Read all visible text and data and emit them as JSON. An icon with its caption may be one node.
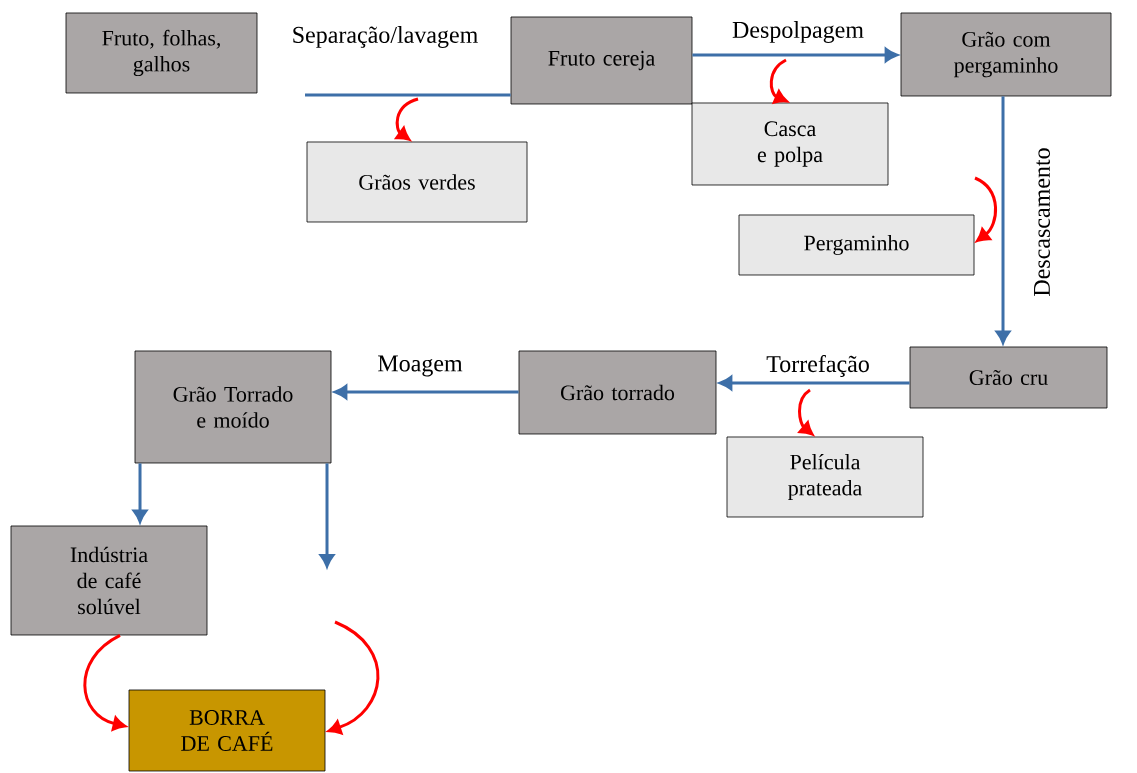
{
  "diagram": {
    "nodes": [
      {
        "text": [
          "Fruto, folhas, galhos"
        ]
      },
      {
        "text": [
          "Fruto cereja"
        ]
      },
      {
        "text": [
          "Grãos verdes"
        ]
      },
      {
        "text": [
          "Grão com pergaminho"
        ]
      },
      {
        "text": [
          "Casca e polpa"
        ]
      },
      {
        "text": [
          "Pergaminho"
        ]
      },
      {
        "text": [
          "Grão cru"
        ]
      },
      {
        "text": [
          "Grão torrado"
        ]
      },
      {
        "text": [
          "Película prateada"
        ]
      },
      {
        "text": [
          "Grão Torrado e moído"
        ]
      },
      {
        "text": [
          "Indústria de café solúvel"
        ]
      },
      {
        "text": [
          "BORRA DE CAFÉ"
        ]
      }
    ],
    "edges": [
      {
        "from": null,
        "to": 1,
        "arrow": "none",
        "label": "Separação/lavagem"
      },
      {
        "from": null,
        "to": 2,
        "arrow": "to",
        "color": "#ff0000"
      },
      {
        "from": 1,
        "to": 3,
        "arrow": "to",
        "label": "Despolpagem"
      },
      {
        "from": null,
        "to": 4,
        "arrow": "to",
        "color": "#ff0000"
      },
      {
        "from": 3,
        "to": 6,
        "arrow": "to",
        "label": "Descascamento"
      },
      {
        "from": null,
        "to": 5,
        "arrow": "to",
        "color": "#ff0000"
      },
      {
        "from": 6,
        "to": 7,
        "arrow": "to",
        "label": "Torrefação"
      },
      {
        "from": null,
        "to": 8,
        "arrow": "to",
        "color": "#ff0000"
      },
      {
        "from": 7,
        "to": 9,
        "arrow": "to",
        "label": "Moagem"
      },
      {
        "from": 9,
        "to": 10,
        "arrow": "to"
      },
      {
        "from": 9,
        "to": null,
        "arrow": "to"
      },
      {
        "from": 10,
        "to": 11,
        "arrow": "to",
        "color": "#ff0000"
      },
      {
        "from": null,
        "to": 11,
        "arrow": "to",
        "color": "#ff0000"
      }
    ]
  }
}
